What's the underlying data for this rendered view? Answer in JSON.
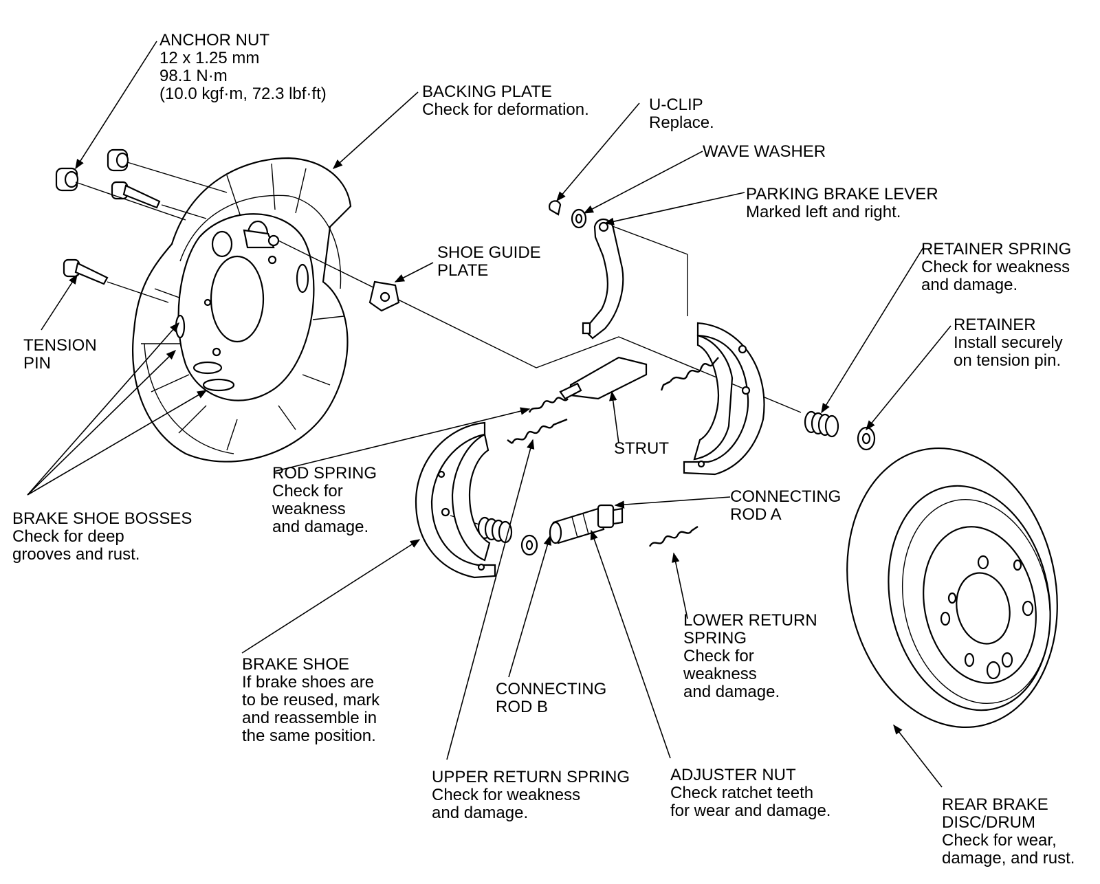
{
  "labels": {
    "anchor_nut": [
      "ANCHOR NUT",
      "12 x 1.25 mm",
      "98.1 N·m",
      "(10.0 kgf·m, 72.3 lbf·ft)"
    ],
    "backing_plate": [
      "BACKING PLATE",
      "Check for deformation."
    ],
    "u_clip": [
      "U-CLIP",
      "Replace."
    ],
    "wave_washer": [
      "WAVE WASHER"
    ],
    "parking_brake_lever": [
      "PARKING BRAKE LEVER",
      "Marked left and right."
    ],
    "shoe_guide_plate": [
      "SHOE GUIDE",
      "PLATE"
    ],
    "retainer_spring": [
      "RETAINER SPRING",
      "Check for weakness",
      "and damage."
    ],
    "retainer": [
      "RETAINER",
      "Install securely",
      "on tension pin."
    ],
    "tension_pin": [
      "TENSION",
      "PIN"
    ],
    "strut": [
      "STRUT"
    ],
    "rod_spring": [
      "ROD SPRING",
      "Check for",
      "weakness",
      "and damage."
    ],
    "connecting_rod_a": [
      "CONNECTING",
      "ROD A"
    ],
    "brake_shoe_bosses": [
      "BRAKE SHOE BOSSES",
      "Check for deep",
      "grooves and rust."
    ],
    "lower_return_spring": [
      "LOWER RETURN",
      "SPRING",
      "Check for",
      "weakness",
      "and damage."
    ],
    "brake_shoe": [
      "BRAKE SHOE",
      "If brake shoes are",
      "to be reused, mark",
      "and reassemble in",
      "the same position."
    ],
    "connecting_rod_b": [
      "CONNECTING",
      "ROD B"
    ],
    "upper_return_spring": [
      "UPPER RETURN SPRING",
      "Check for weakness",
      "and damage."
    ],
    "adjuster_nut": [
      "ADJUSTER NUT",
      "Check ratchet teeth",
      "for wear and damage."
    ],
    "rear_brake_disc_drum": [
      "REAR BRAKE",
      "DISC/DRUM",
      "Check for wear,",
      "damage, and rust."
    ]
  }
}
